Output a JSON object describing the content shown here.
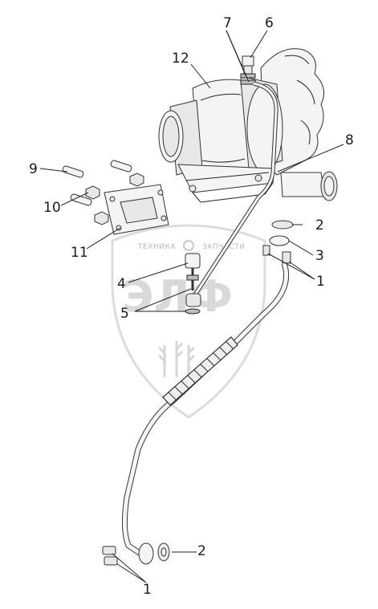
{
  "watermark": {
    "left_text": "ТЕХНИКА",
    "right_text": "ЗАПЧАСТИ",
    "big_text": "ЭЛФ"
  },
  "callouts": [
    {
      "id": "c1a",
      "text": "1"
    },
    {
      "id": "c1b",
      "text": "1"
    },
    {
      "id": "c2a",
      "text": "2"
    },
    {
      "id": "c2b",
      "text": "2"
    },
    {
      "id": "c3",
      "text": "3"
    },
    {
      "id": "c4",
      "text": "4"
    },
    {
      "id": "c5",
      "text": "5"
    },
    {
      "id": "c6",
      "text": "6"
    },
    {
      "id": "c7",
      "text": "7"
    },
    {
      "id": "c8",
      "text": "8"
    },
    {
      "id": "c9",
      "text": "9"
    },
    {
      "id": "c10",
      "text": "10"
    },
    {
      "id": "c11",
      "text": "11"
    },
    {
      "id": "c12",
      "text": "12"
    }
  ]
}
